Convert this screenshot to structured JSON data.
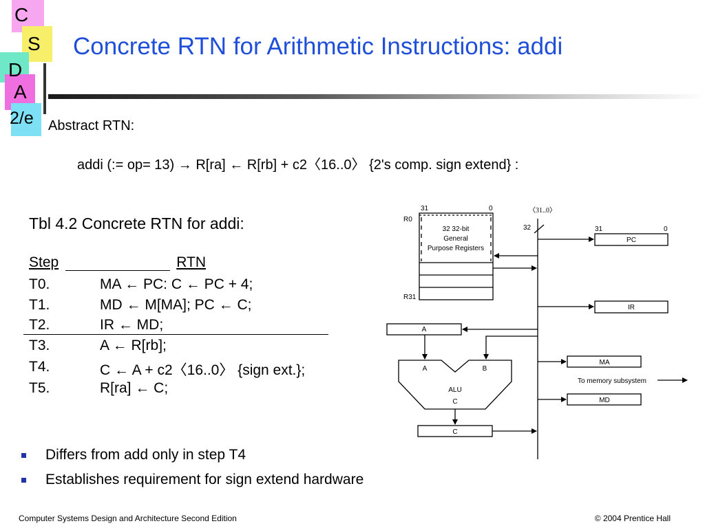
{
  "logo": {
    "letters": [
      "C",
      "S",
      "D",
      "A",
      "2/e"
    ]
  },
  "title": "Concrete RTN for Arithmetic Instructions: addi",
  "abstract": {
    "heading": "Abstract RTN:",
    "expression": "addi (:= op= 13) → R[ra] ← R[rb] + c2〈16..0〉 {2's comp.  sign extend} :"
  },
  "table": {
    "title": "Tbl 4.2 Concrete RTN for addi:",
    "header": {
      "step": "Step",
      "rtn": "RTN"
    },
    "rows": [
      {
        "step": "T0.",
        "rtn": "MA ←  PC:  C ← PC + 4;"
      },
      {
        "step": "T1.",
        "rtn": "MD ←  M[MA];  PC ←  C;"
      },
      {
        "step": "T2.",
        "rtn": "IR ← MD;"
      },
      {
        "step": "T3.",
        "rtn": "A ← R[rb];"
      },
      {
        "step": "T4.",
        "rtn": "C ← A +  c2〈16..0〉 {sign ext.};"
      },
      {
        "step": "T5.",
        "rtn": "R[ra] ← C;"
      }
    ]
  },
  "diagram": {
    "reg_bit_high": "31",
    "reg_bit_low": "0",
    "r0": "R0",
    "r31": "R31",
    "regfile_line1": "32 32-bit",
    "regfile_line2": "General",
    "regfile_line3": "Purpose Registers",
    "bus_range": "〈31..0〉",
    "bus_width": "32",
    "pc_bit_high": "31",
    "pc_bit_low": "0",
    "pc": "PC",
    "ir": "IR",
    "a_reg": "A",
    "ma": "MA",
    "memory_label": "To memory subsystem",
    "md": "MD",
    "alu_in_a": "A",
    "alu_in_b": "B",
    "alu": "ALU",
    "alu_out": "C",
    "c_reg": "C"
  },
  "bullets": [
    "Differs from add only in step T4",
    "Establishes requirement for sign extend hardware"
  ],
  "footer": {
    "left": "Computer Systems Design and Architecture Second Edition",
    "right": "© 2004 Prentice Hall"
  },
  "colors": {
    "title": "#1f4fd8",
    "bullet": "#2233aa"
  }
}
